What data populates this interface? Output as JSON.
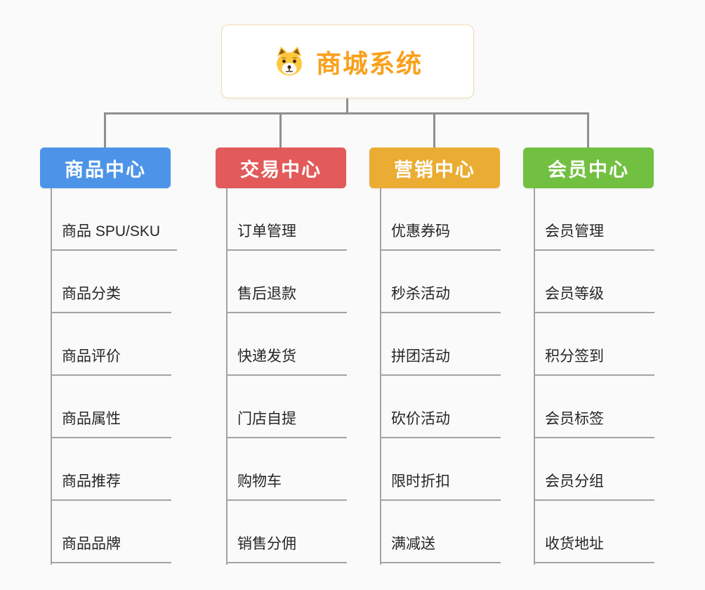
{
  "root": {
    "title": "商城系统",
    "icon": "dog-icon",
    "accent_color": "#f9a01b"
  },
  "branches": [
    {
      "label": "商品中心",
      "color": "#4d94e8",
      "children": [
        "商品 SPU/SKU",
        "商品分类",
        "商品评价",
        "商品属性",
        "商品推荐",
        "商品品牌"
      ]
    },
    {
      "label": "交易中心",
      "color": "#e25a5a",
      "children": [
        "订单管理",
        "售后退款",
        "快递发货",
        "门店自提",
        "购物车",
        "销售分佣"
      ]
    },
    {
      "label": "营销中心",
      "color": "#ebac33",
      "children": [
        "优惠券码",
        "秒杀活动",
        "拼团活动",
        "砍价活动",
        "限时折扣",
        "满减送"
      ]
    },
    {
      "label": "会员中心",
      "color": "#72c041",
      "children": [
        "会员管理",
        "会员等级",
        "积分签到",
        "会员标签",
        "会员分组",
        "收货地址"
      ]
    }
  ],
  "colors": {
    "connector_line": "#8f8f8f",
    "child_line": "#a3a3a3",
    "background": "#fafafa"
  }
}
